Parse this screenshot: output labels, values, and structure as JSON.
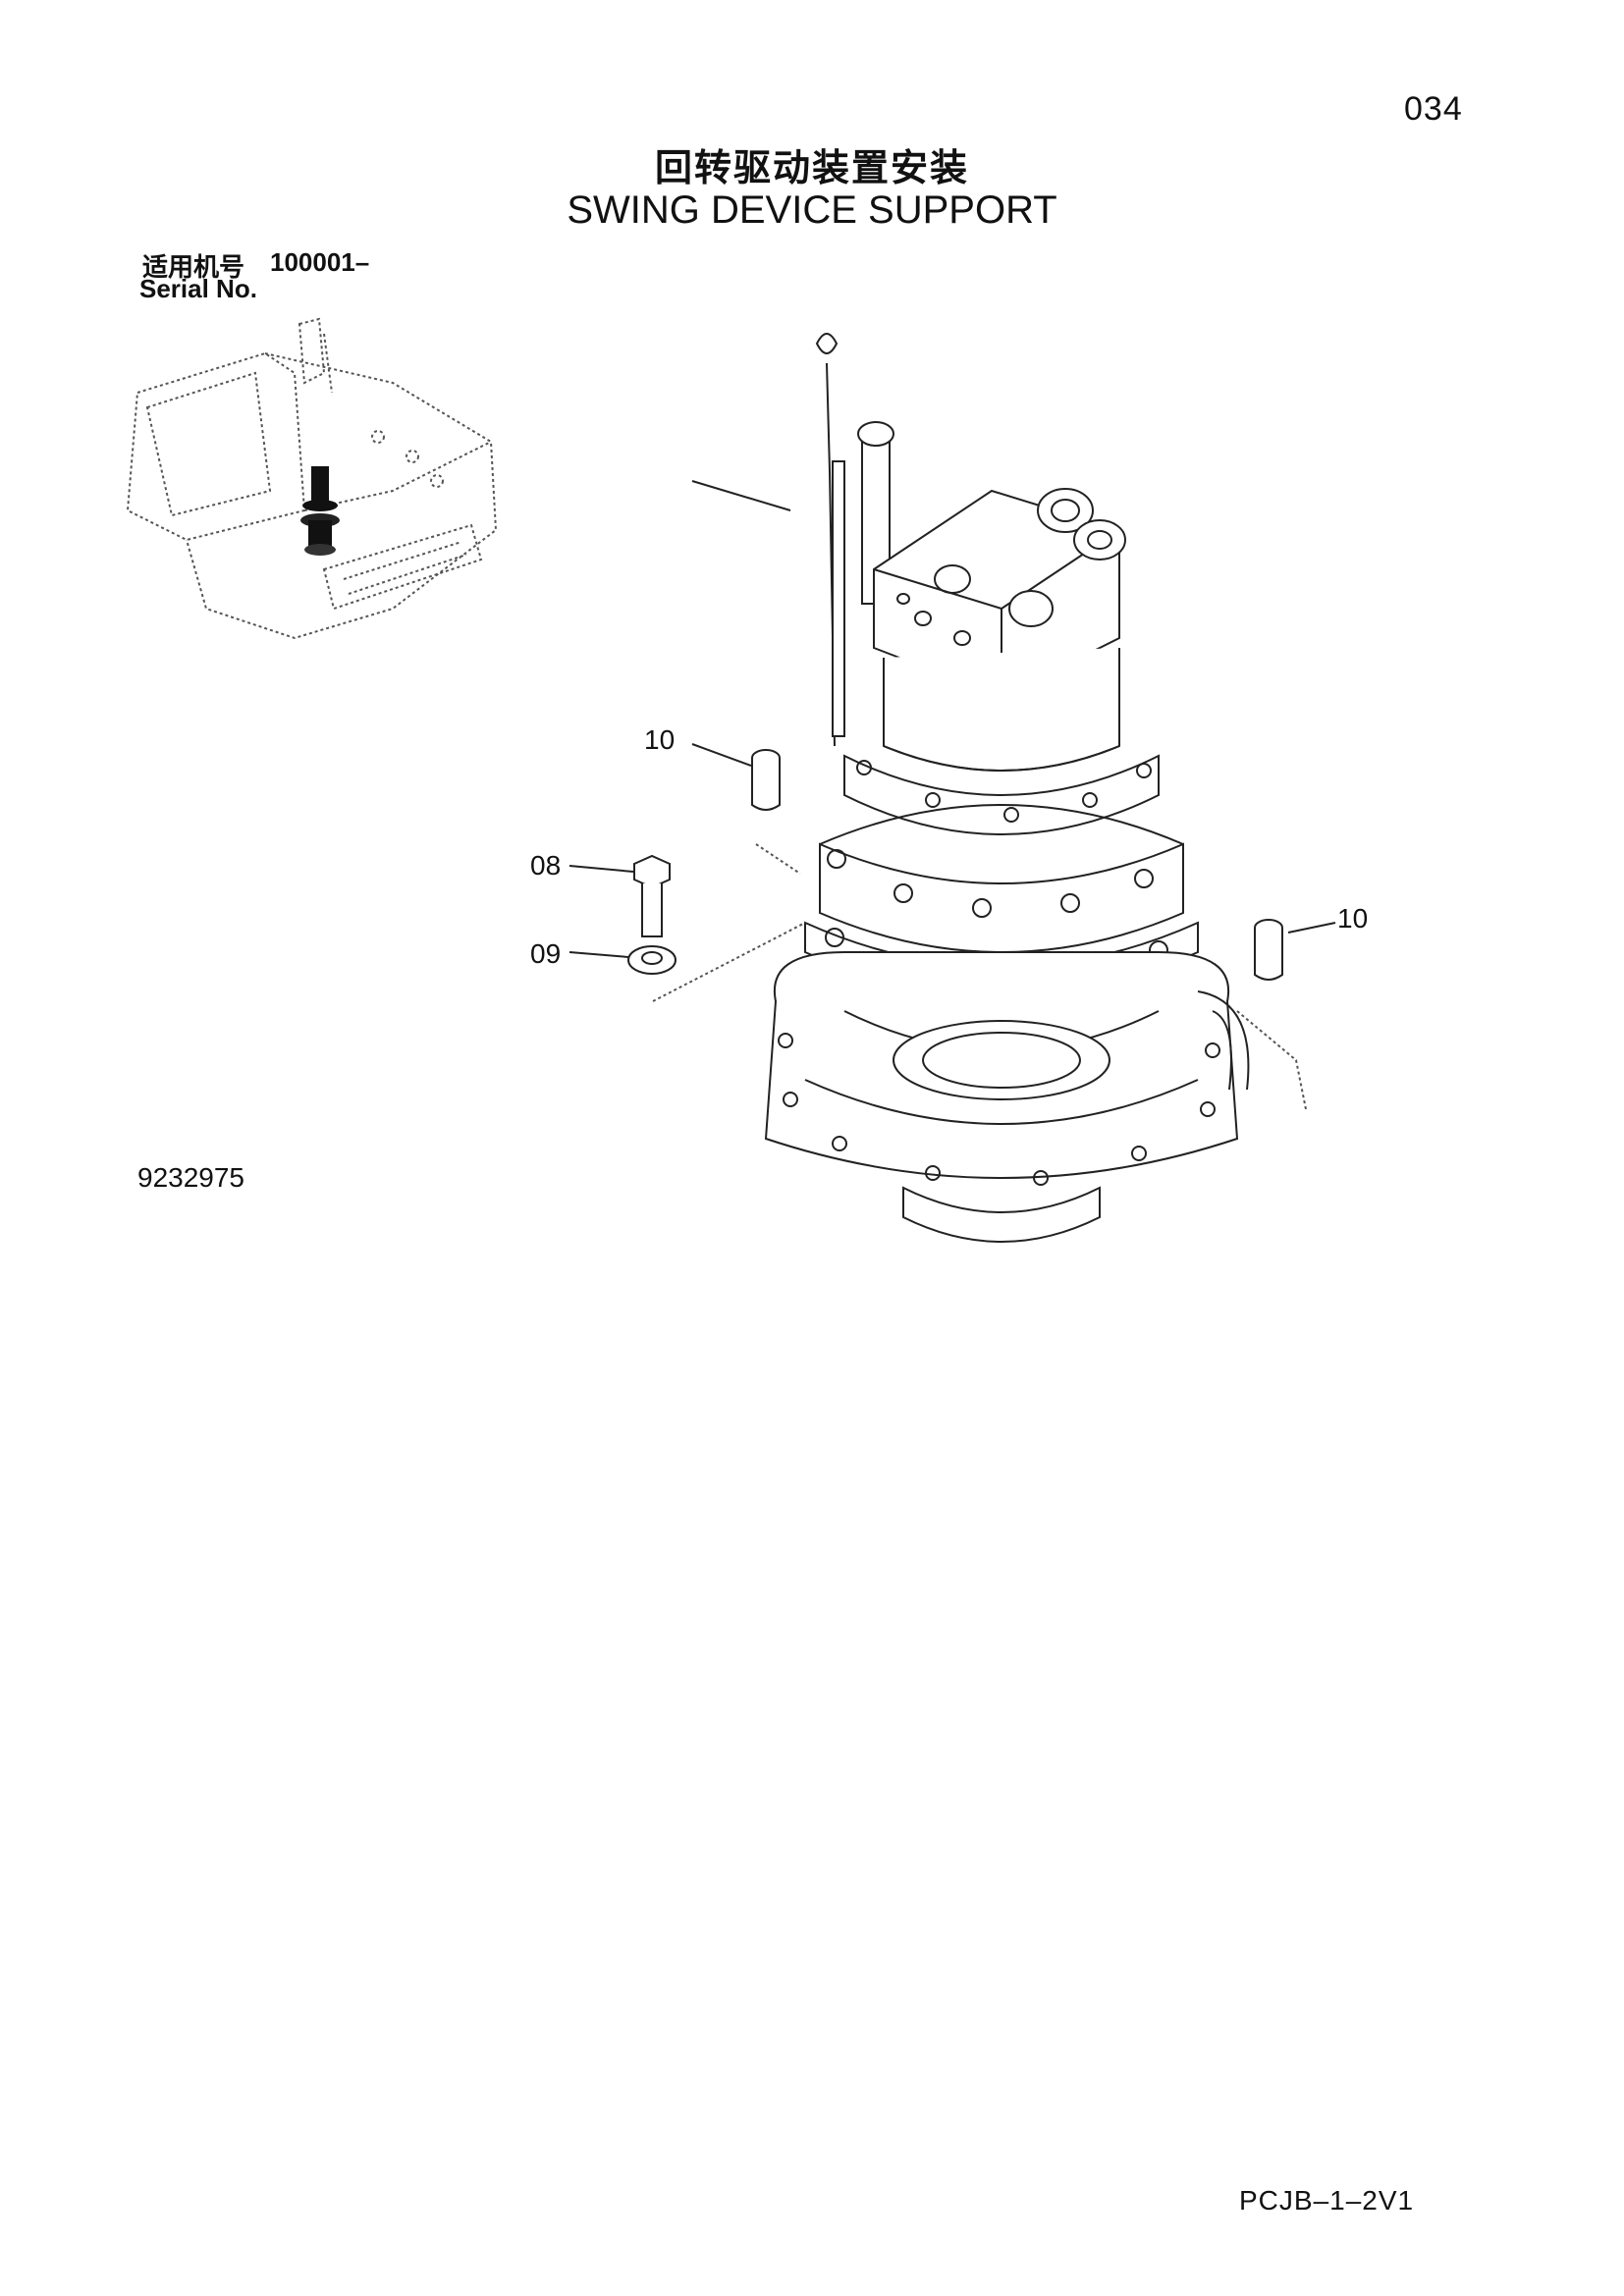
{
  "page_number": "034",
  "title": {
    "cn": "回转驱动装置安装",
    "en": "SWING DEVICE SUPPORT"
  },
  "serial": {
    "cn_label": "适用机号",
    "range": "100001–",
    "en_label": "Serial No."
  },
  "callouts": {
    "part_10_upper": "10",
    "part_08": "08",
    "part_09": "09",
    "part_10_right": "10"
  },
  "drawing_number": "9232975",
  "catalog_code": "PCJB–1–2V1",
  "colors": {
    "ink": "#222222",
    "paper": "#ffffff"
  }
}
